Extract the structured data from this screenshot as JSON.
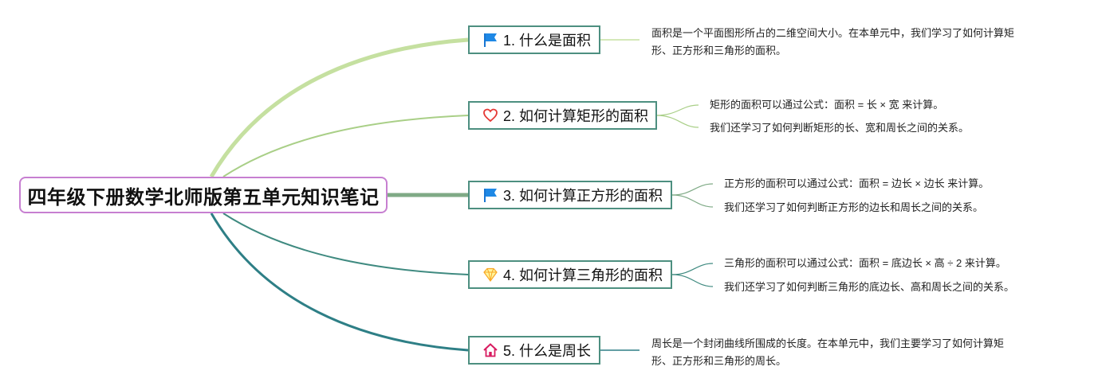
{
  "root": {
    "title": "四年级下册数学北师版第五单元知识笔记"
  },
  "branches": [
    {
      "label": "1. 什么是面积",
      "icon": "blue-flag-icon",
      "notes": [
        "面积是一个平面图形所占的二维空间大小。在本单元中，我们学习了如何计算矩",
        "形、正方形和三角形的面积。"
      ]
    },
    {
      "label": "2. 如何计算矩形的面积",
      "icon": "red-heart-icon",
      "notes": [
        "矩形的面积可以通过公式：面积 = 长 × 宽 来计算。",
        "我们还学习了如何判断矩形的长、宽和周长之间的关系。"
      ]
    },
    {
      "label": "3. 如何计算正方形的面积",
      "icon": "blue-flag-icon",
      "notes": [
        "正方形的面积可以通过公式：面积 = 边长 × 边长 来计算。",
        "我们还学习了如何判断正方形的边长和周长之间的关系。"
      ]
    },
    {
      "label": "4. 如何计算三角形的面积",
      "icon": "yellow-diamond-icon",
      "notes": [
        "三角形的面积可以通过公式：面积 = 底边长 × 高 ÷ 2 来计算。",
        "我们还学习了如何判断三角形的底边长、高和周长之间的关系。"
      ]
    },
    {
      "label": "5. 什么是周长",
      "icon": "red-house-icon",
      "notes": [
        "周长是一个封闭曲线所围成的长度。在本单元中，我们主要学习了如何计算矩",
        "形、正方形和三角形的周长。"
      ]
    }
  ],
  "colors": {
    "root_border": "#c77fd1",
    "branch_border": "#4d8f80",
    "line_1": "#c5e0a0",
    "line_2": "#a9cf87",
    "line_3": "#7faa86",
    "line_4": "#3f8a80",
    "line_5": "#2e7f86"
  }
}
